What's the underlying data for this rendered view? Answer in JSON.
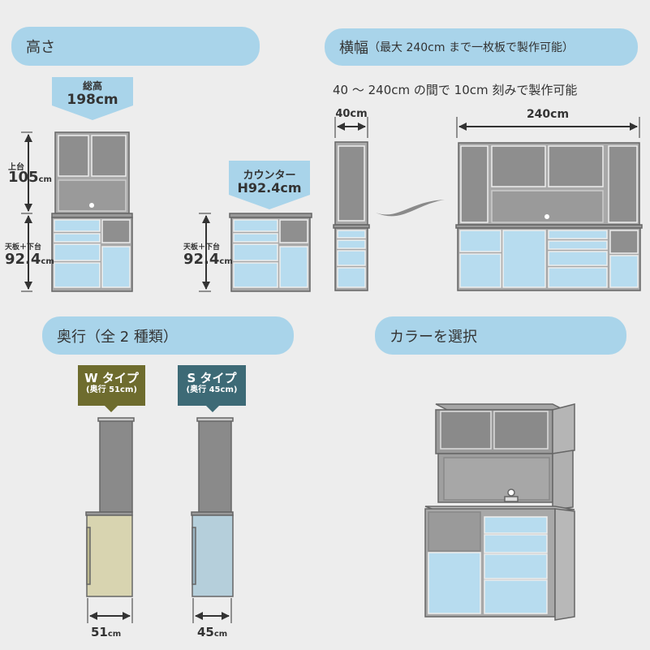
{
  "sections": {
    "height": {
      "label": "高さ"
    },
    "width": {
      "label": "横幅",
      "note": "（最大 240cm まで一枚板で製作可能）"
    },
    "depth": {
      "label": "奥行（全 2 種類）"
    },
    "color": {
      "label": "カラーを選択"
    }
  },
  "height_panel": {
    "total_label": "総高",
    "total_value": "198cm",
    "upper_label": "上台",
    "upper_value": "105",
    "upper_unit": "cm",
    "lower_label": "天板＋下台",
    "lower_value": "92.4",
    "lower_unit": "cm",
    "counter_label": "カウンター",
    "counter_value": "H92.4cm",
    "lower2_label": "天板＋下台",
    "lower2_value": "92.4",
    "lower2_unit": "cm"
  },
  "width_panel": {
    "range_text": "40 〜 240cm の間で 10cm 刻みで製作可能",
    "min_value": "40cm",
    "max_value": "240cm"
  },
  "depth_panel": {
    "w_type": {
      "name": "W タイプ",
      "sub": "(奥行 51cm)",
      "value": "51",
      "unit": "cm",
      "color": "#6e6c2e",
      "panel_color": "#d8d4b0"
    },
    "s_type": {
      "name": "S タイプ",
      "sub": "(奥行 45cm)",
      "value": "45",
      "unit": "cm",
      "color": "#3d6a76",
      "panel_color": "#b5cfdb"
    }
  },
  "colors": {
    "accent": "#a9d4ea",
    "door": "#b7dcef",
    "cabinet": "#777777"
  }
}
